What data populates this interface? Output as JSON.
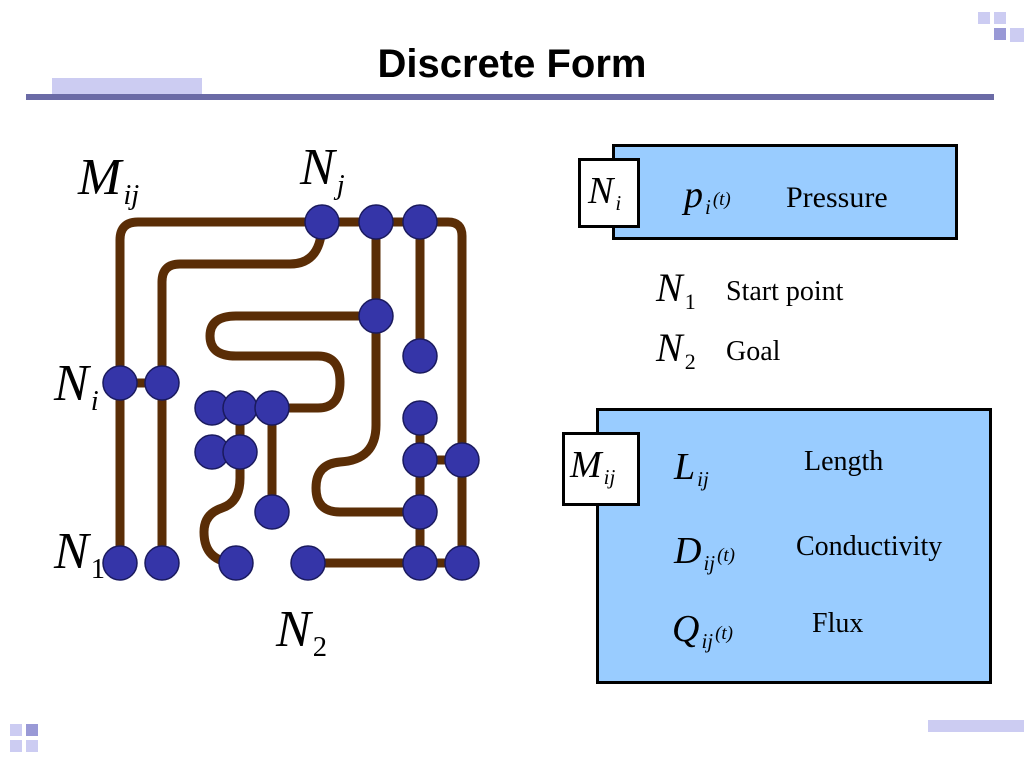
{
  "slide": {
    "title": "Discrete Form"
  },
  "network": {
    "labels": {
      "m_main": "M",
      "m_sub": "ij",
      "nj_main": "N",
      "nj_sub": "j",
      "ni_main": "N",
      "ni_sub": "i",
      "n1_main": "N",
      "n1_sub": "1",
      "n2_main": "N",
      "n2_sub": "2"
    },
    "colors": {
      "pipe": "#5a2d06",
      "node": "#3535a8",
      "node_outline": "#1a1a5e"
    }
  },
  "node_box": {
    "tag_main": "N",
    "tag_sub": "i",
    "symbol_main": "p",
    "symbol_sub": "i",
    "symbol_arg": "(t)",
    "description": "Pressure",
    "fill": "#99ccff"
  },
  "endpoints": [
    {
      "main": "N",
      "sub": "1",
      "description": "Start point"
    },
    {
      "main": "N",
      "sub": "2",
      "description": "Goal"
    }
  ],
  "edge_box": {
    "tag_main": "M",
    "tag_sub": "ij",
    "fill": "#99ccff",
    "rows": [
      {
        "main": "L",
        "sub": "ij",
        "arg": "",
        "description": "Length"
      },
      {
        "main": "D",
        "sub": "ij",
        "arg": "(t)",
        "description": "Conductivity"
      },
      {
        "main": "Q",
        "sub": "ij",
        "arg": "(t)",
        "description": "Flux"
      }
    ]
  }
}
